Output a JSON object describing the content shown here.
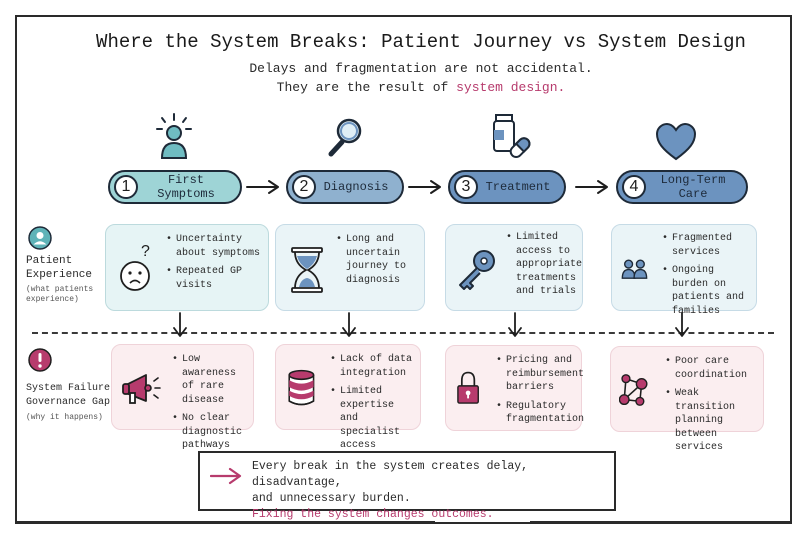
{
  "title": "Where the System Breaks: Patient Journey vs System Design",
  "subtitle": {
    "line1": "Delays and fragmentation are not accidental.",
    "line2_prefix": "They are the result of ",
    "line2_accent": "system design."
  },
  "colors": {
    "accent": "#b73b6d",
    "teal": "#9ed4d6",
    "blue_light": "#8fb1cf",
    "blue_dark": "#6c93bf",
    "patient_box": "#eaf4f7",
    "system_box": "#fbeef0",
    "system_icon": "#b73b6d"
  },
  "stages": [
    {
      "number": "1",
      "label": "First Symptoms",
      "icon": "person-alert-icon"
    },
    {
      "number": "2",
      "label": "Diagnosis",
      "icon": "magnifier-icon"
    },
    {
      "number": "3",
      "label": "Treatment",
      "icon": "medicine-icon"
    },
    {
      "number": "4",
      "label": "Long-Term Care",
      "icon": "heart-icon"
    }
  ],
  "rows": {
    "patient": {
      "title_line1": "Patient",
      "title_line2": "Experience",
      "note_line1": "(what patients",
      "note_line2": "experience)",
      "icon": "person-icon"
    },
    "system": {
      "title_line1": "System Failure /",
      "title_line2": "Governance Gap",
      "note": "(why it happens)",
      "icon": "exclamation-icon"
    }
  },
  "patient_boxes": [
    {
      "icon": "confused-face-icon",
      "bullets": [
        "Uncertainty about symptoms",
        "Repeated GP visits"
      ]
    },
    {
      "icon": "hourglass-icon",
      "bullets": [
        "Long and uncertain journey to diagnosis"
      ]
    },
    {
      "icon": "key-icon",
      "bullets": [
        "Limited access to appropriate treatments and trials"
      ]
    },
    {
      "icon": "people-icon",
      "bullets": [
        "Fragmented services",
        "Ongoing burden on patients and families"
      ]
    }
  ],
  "system_boxes": [
    {
      "icon": "megaphone-icon",
      "bullets": [
        "Low awareness of rare disease",
        "No clear diagnostic pathways"
      ]
    },
    {
      "icon": "database-icon",
      "bullets": [
        "Lack of data integration",
        "Limited expertise and specialist access"
      ]
    },
    {
      "icon": "lock-icon",
      "bullets": [
        "Pricing and reimbursement barriers",
        "Regulatory fragmentation"
      ]
    },
    {
      "icon": "network-icon",
      "bullets": [
        "Poor care coordination",
        "Weak transition planning between services"
      ]
    }
  ],
  "callout": {
    "line1": "Every break in the system creates delay, disadvantage,",
    "line2": "and unnecessary burden.",
    "line3": "Fixing the system changes outcomes."
  }
}
